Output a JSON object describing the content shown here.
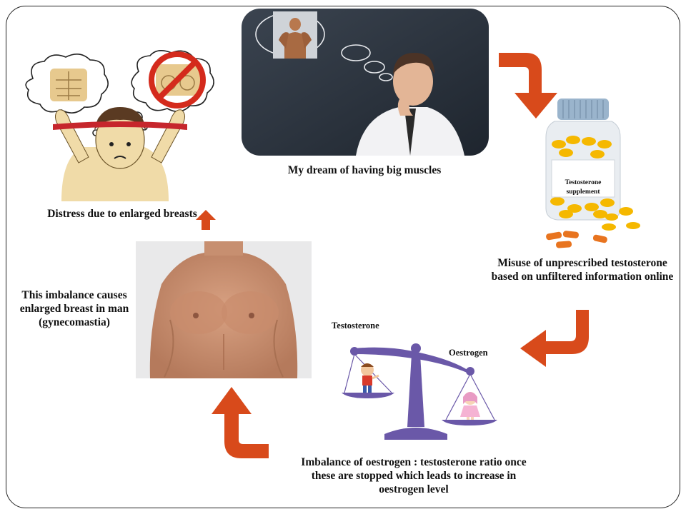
{
  "steps": {
    "dream": "My dream of having big muscles",
    "misuse": "Misuse of unprescribed testosterone based on unfiltered information online",
    "imbalance": "Imbalance of oestrogen : testosterone ratio once these are stopped which leads to increase in oestrogen level",
    "gynecomastia": "This imbalance causes enlarged breast in man (gynecomastia)",
    "distress": "Distress due to enlarged breasts"
  },
  "bottle": {
    "label_line1": "Testosterone",
    "label_line2": "supplement"
  },
  "scale": {
    "left_label": "Testosterone",
    "right_label": "Oestrogen"
  },
  "colors": {
    "arrow": "#D84A1B",
    "scale": "#6A58A8",
    "pill": "#F5B800",
    "bottle_cap": "#9AB4CC"
  }
}
